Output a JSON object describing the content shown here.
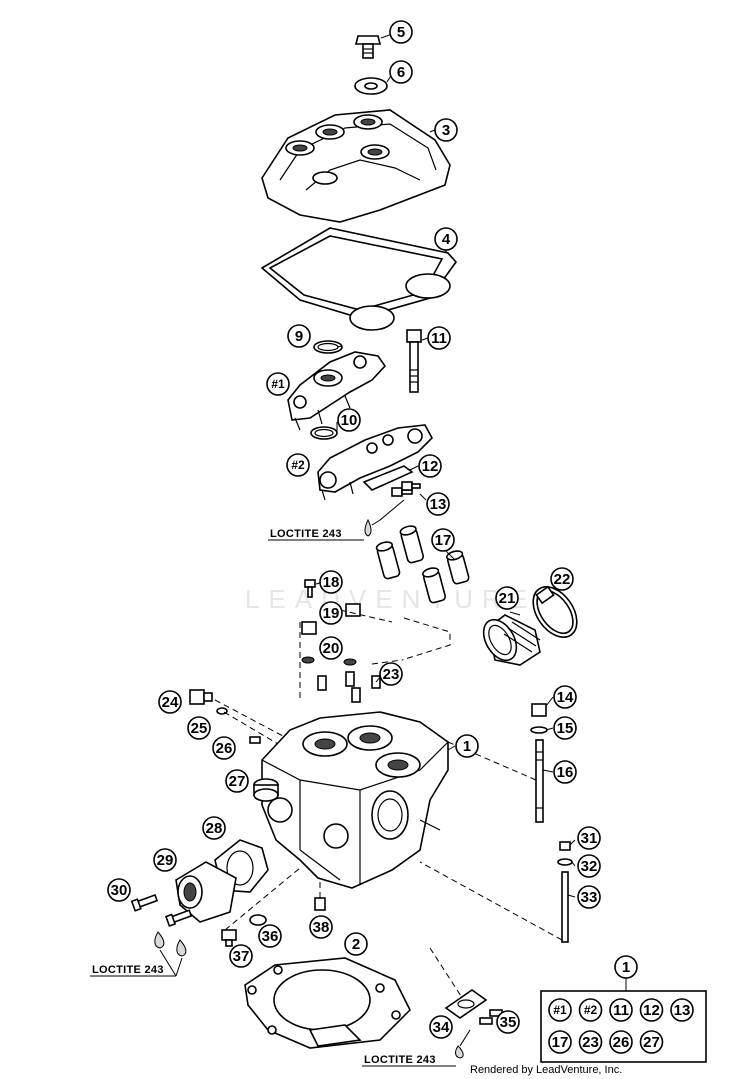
{
  "watermark": "LEADVENTURE",
  "footer": "Rendered by LeadVenture, Inc.",
  "loctite_note": "LOCTITE 243",
  "callouts": {
    "c1": "1",
    "c2": "2",
    "c3": "3",
    "c4": "4",
    "c5": "5",
    "c6": "6",
    "c9": "9",
    "c10": "10",
    "c11": "11",
    "c12": "12",
    "c13": "13",
    "c14": "14",
    "c15": "15",
    "c16": "16",
    "c17": "17",
    "c18": "18",
    "c19": "19",
    "c20": "20",
    "c21": "21",
    "c22": "22",
    "c23": "23",
    "c24": "24",
    "c25": "25",
    "c26": "26",
    "c27": "27",
    "c28": "28",
    "c29": "29",
    "c30": "30",
    "c31": "31",
    "c32": "32",
    "c33": "33",
    "c34": "34",
    "c35": "35",
    "c36": "36",
    "c37": "37",
    "c38": "38",
    "bridge1": "#1",
    "bridge2": "#2"
  },
  "kit": {
    "label": "1",
    "items": [
      "#1",
      "#2",
      "11",
      "12",
      "13",
      "17",
      "23",
      "26",
      "27"
    ]
  }
}
